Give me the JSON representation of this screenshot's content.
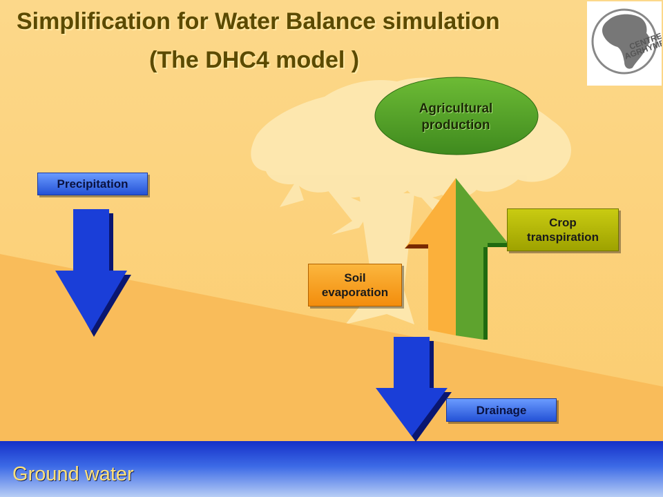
{
  "title": {
    "line1": "Simplification  for Water Balance simulation",
    "line2": "(The DHC4 model )"
  },
  "labels": {
    "precipitation": "Precipitation",
    "agricultural_line1": "Agricultural",
    "agricultural_line2": "production",
    "crop_line1": "Crop",
    "crop_line2": "transpiration",
    "soil_line1": "Soil",
    "soil_line2": "evaporation",
    "drainage": "Drainage",
    "ground_water": "Ground water"
  },
  "logo": {
    "text": "CENTRE AGRHYMET",
    "icon": "africa-map-logo"
  },
  "colors": {
    "background_light": "#fcd27a",
    "ground": "#f7b955",
    "groundwater_blue": "#1838c8",
    "arrow_blue": "#1a3ed8",
    "arrow_orange": "#fbb03b",
    "arrow_green": "#5ea32e",
    "ellipse_green": "#5aa12c",
    "crop_box": "#b5b800",
    "soil_box": "#f9a21c"
  }
}
